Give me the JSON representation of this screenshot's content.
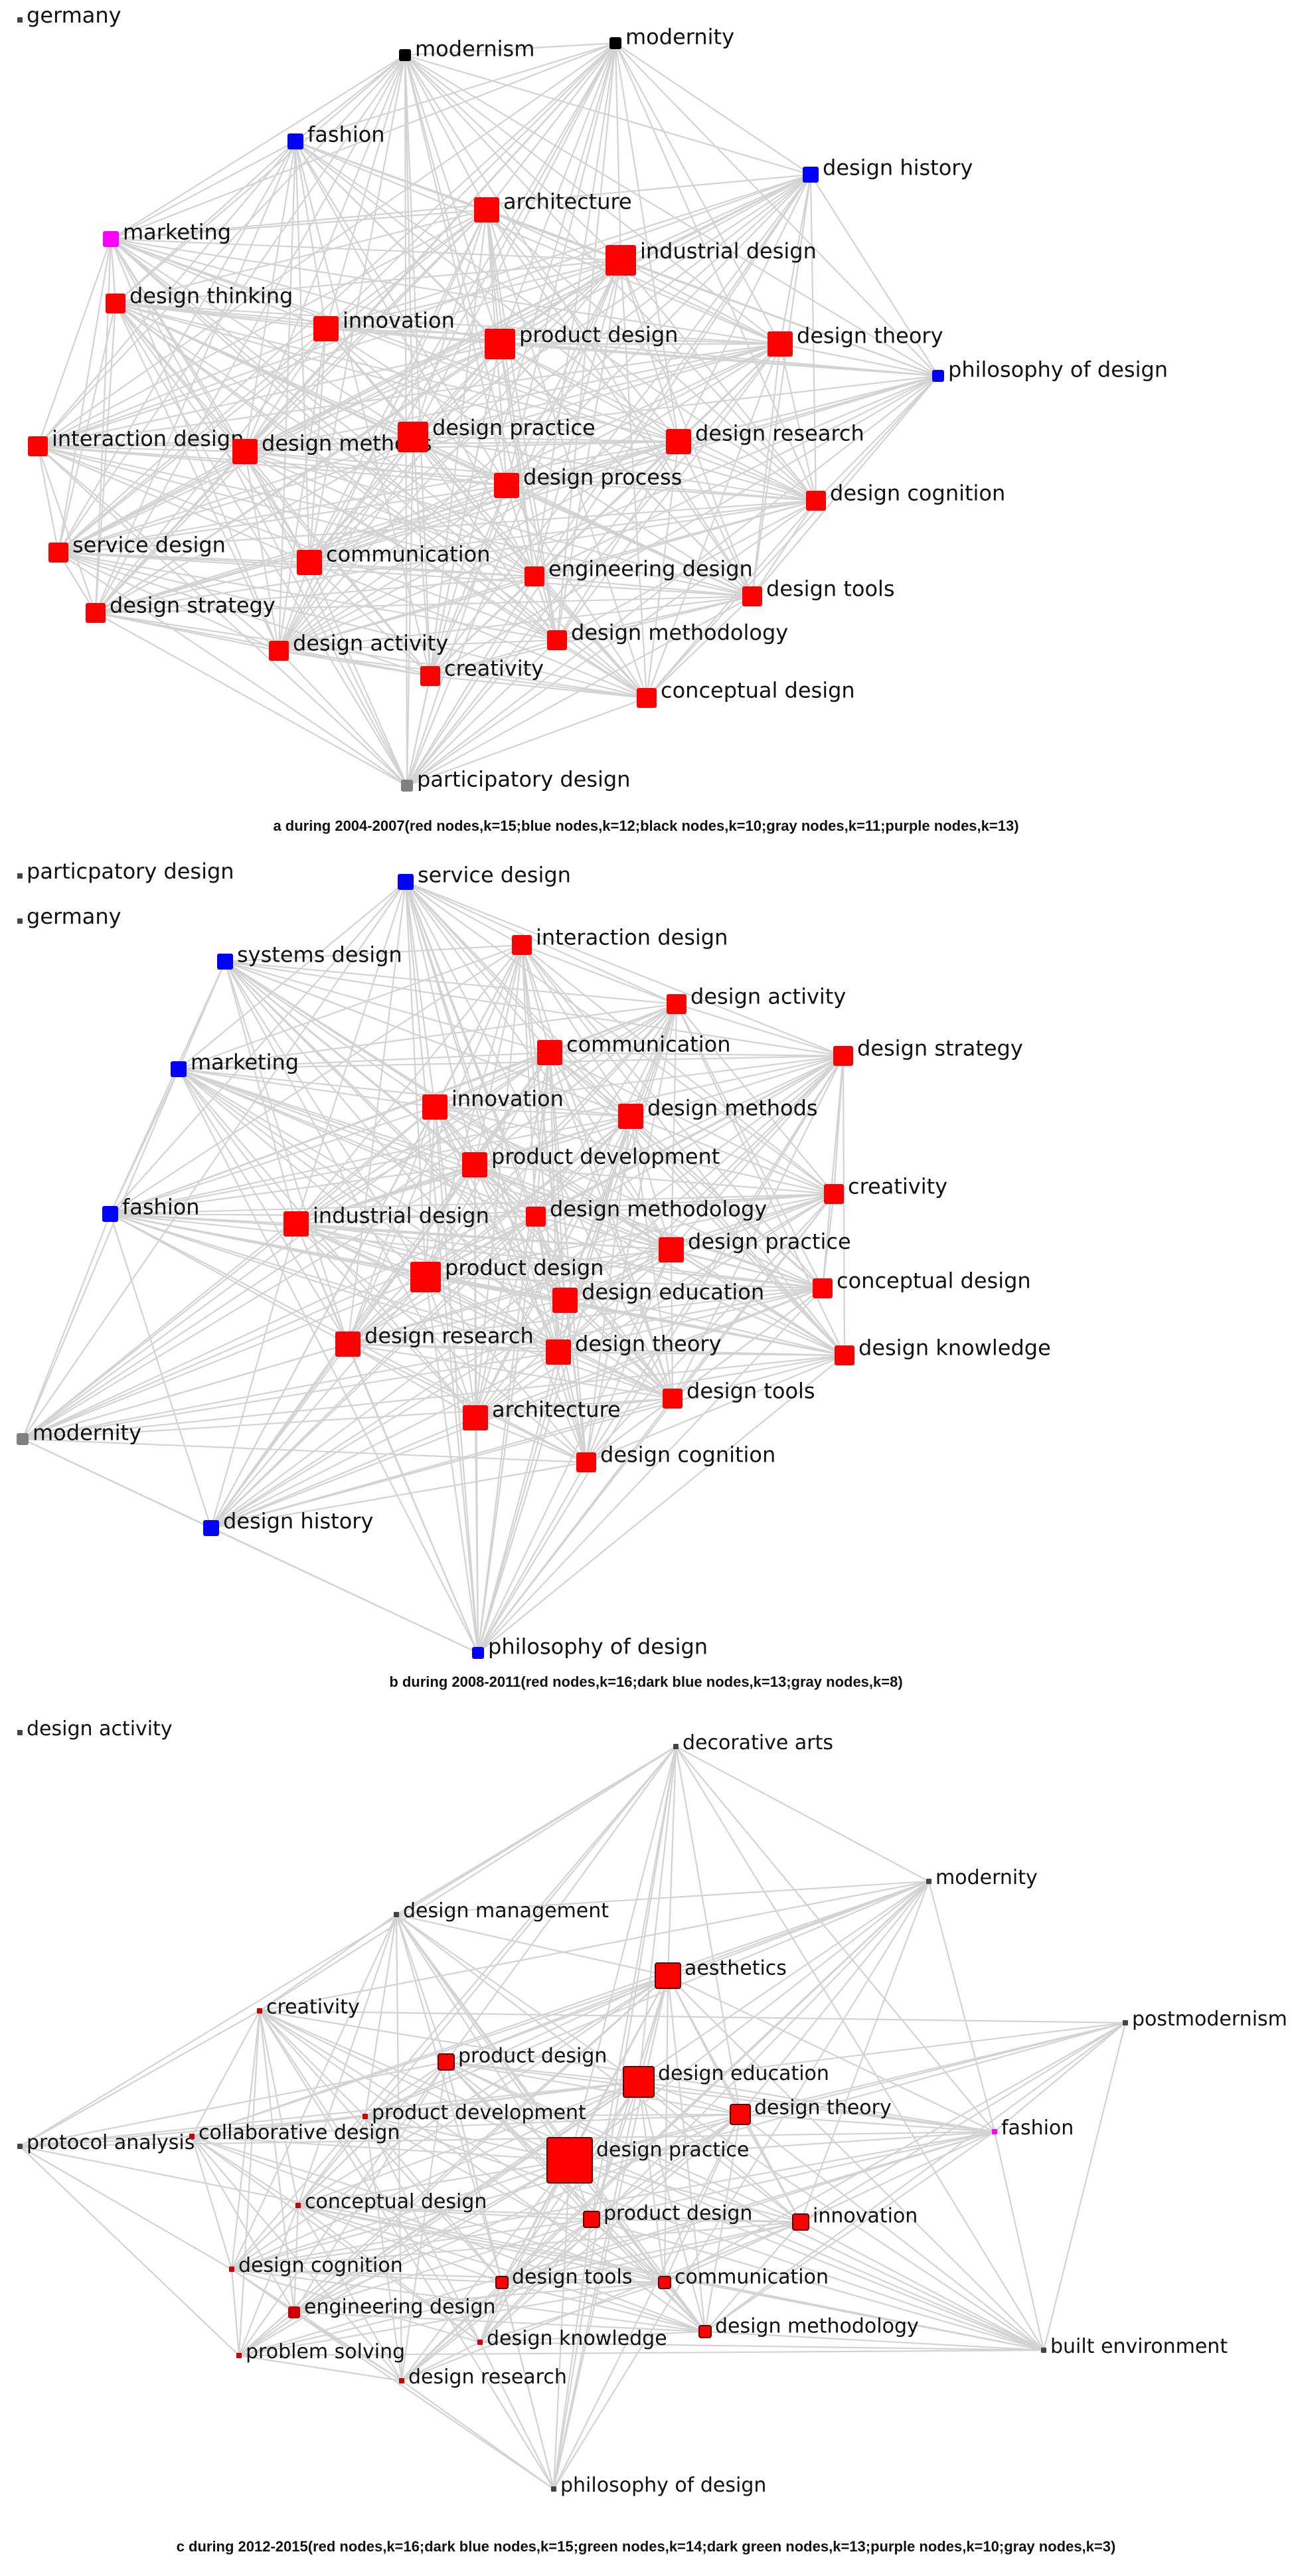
{
  "colors": {
    "red": "#FF0000",
    "blue": "#0000FF",
    "black": "#000000",
    "gray": "#808080",
    "purple": "#FF00FF",
    "darkred": "#CC0000",
    "edge": "#D3D3D3",
    "small": "#444444"
  },
  "panels": [
    {
      "caption": "a during 2004-2007(red nodes,k=15;blue nodes,k=12;black nodes,k=10;gray nodes,k=11;purple nodes,k=13)",
      "nodes": [
        {
          "id": "germany",
          "label": "germany",
          "color": "small",
          "size": 1
        },
        {
          "id": "modernism",
          "label": "modernism",
          "color": "black",
          "size": 2
        },
        {
          "id": "modernity",
          "label": "modernity",
          "color": "black",
          "size": 2
        },
        {
          "id": "fashion",
          "label": "fashion",
          "color": "blue",
          "size": 3
        },
        {
          "id": "design-history",
          "label": "design history",
          "color": "blue",
          "size": 3
        },
        {
          "id": "marketing",
          "label": "marketing",
          "color": "purple",
          "size": 3
        },
        {
          "id": "architecture",
          "label": "architecture",
          "color": "red",
          "size": 5
        },
        {
          "id": "industrial-design",
          "label": "industrial design",
          "color": "red",
          "size": 6
        },
        {
          "id": "design-thinking",
          "label": "design thinking",
          "color": "red",
          "size": 4
        },
        {
          "id": "innovation",
          "label": "innovation",
          "color": "red",
          "size": 5
        },
        {
          "id": "product-design",
          "label": "product design",
          "color": "red",
          "size": 6
        },
        {
          "id": "design-theory",
          "label": "design theory",
          "color": "red",
          "size": 5
        },
        {
          "id": "philosophy-of-design",
          "label": "philosophy of design",
          "color": "blue",
          "size": 2
        },
        {
          "id": "interaction-design",
          "label": "interaction design",
          "color": "red",
          "size": 4
        },
        {
          "id": "design-methods",
          "label": "design methods",
          "color": "red",
          "size": 5
        },
        {
          "id": "design-practice",
          "label": "design practice",
          "color": "red",
          "size": 6
        },
        {
          "id": "design-research",
          "label": "design research",
          "color": "red",
          "size": 5
        },
        {
          "id": "design-process",
          "label": "design process",
          "color": "red",
          "size": 5
        },
        {
          "id": "design-cognition",
          "label": "design cognition",
          "color": "red",
          "size": 4
        },
        {
          "id": "service-design",
          "label": "service design",
          "color": "red",
          "size": 4
        },
        {
          "id": "communication",
          "label": "communication",
          "color": "red",
          "size": 5
        },
        {
          "id": "engineering-design",
          "label": "engineering design",
          "color": "red",
          "size": 4
        },
        {
          "id": "design-tools",
          "label": "design tools",
          "color": "red",
          "size": 4
        },
        {
          "id": "design-strategy",
          "label": "design strategy",
          "color": "red",
          "size": 4
        },
        {
          "id": "design-activity",
          "label": "design activity",
          "color": "red",
          "size": 4
        },
        {
          "id": "design-methodology",
          "label": "design methodology",
          "color": "red",
          "size": 4
        },
        {
          "id": "creativity",
          "label": "creativity",
          "color": "red",
          "size": 4
        },
        {
          "id": "conceptual-design",
          "label": "conceptual design",
          "color": "red",
          "size": 4
        },
        {
          "id": "participatory-design",
          "label": "participatory design",
          "color": "gray",
          "size": 2
        }
      ]
    },
    {
      "caption": "b during 2008-2011(red nodes,k=16;dark blue nodes,k=13;gray nodes,k=8)",
      "nodes": [
        {
          "id": "particpatory-design",
          "label": "particpatory design",
          "color": "small",
          "size": 1
        },
        {
          "id": "germany",
          "label": "germany",
          "color": "small",
          "size": 1
        },
        {
          "id": "service-design",
          "label": "service design",
          "color": "blue",
          "size": 3
        },
        {
          "id": "interaction-design",
          "label": "interaction design",
          "color": "red",
          "size": 4
        },
        {
          "id": "systems-design",
          "label": "systems design",
          "color": "blue",
          "size": 3
        },
        {
          "id": "design-activity",
          "label": "design activity",
          "color": "red",
          "size": 4
        },
        {
          "id": "communication",
          "label": "communication",
          "color": "red",
          "size": 5
        },
        {
          "id": "design-strategy",
          "label": "design strategy",
          "color": "red",
          "size": 4
        },
        {
          "id": "marketing",
          "label": "marketing",
          "color": "blue",
          "size": 3
        },
        {
          "id": "innovation",
          "label": "innovation",
          "color": "red",
          "size": 5
        },
        {
          "id": "design-methods",
          "label": "design methods",
          "color": "red",
          "size": 5
        },
        {
          "id": "product-development",
          "label": "product development",
          "color": "red",
          "size": 5
        },
        {
          "id": "creativity",
          "label": "creativity",
          "color": "red",
          "size": 4
        },
        {
          "id": "fashion",
          "label": "fashion",
          "color": "blue",
          "size": 3
        },
        {
          "id": "industrial-design",
          "label": "industrial design",
          "color": "red",
          "size": 5
        },
        {
          "id": "design-methodology",
          "label": "design methodology",
          "color": "red",
          "size": 4
        },
        {
          "id": "design-practice",
          "label": "design practice",
          "color": "red",
          "size": 5
        },
        {
          "id": "product-design",
          "label": "product design",
          "color": "red",
          "size": 6
        },
        {
          "id": "design-education",
          "label": "design education",
          "color": "red",
          "size": 5
        },
        {
          "id": "conceptual-design",
          "label": "conceptual design",
          "color": "red",
          "size": 4
        },
        {
          "id": "design-research",
          "label": "design research",
          "color": "red",
          "size": 5
        },
        {
          "id": "design-theory",
          "label": "design theory",
          "color": "red",
          "size": 5
        },
        {
          "id": "design-knowledge",
          "label": "design knowledge",
          "color": "red",
          "size": 4
        },
        {
          "id": "design-tools",
          "label": "design tools",
          "color": "red",
          "size": 4
        },
        {
          "id": "architecture",
          "label": "architecture",
          "color": "red",
          "size": 5
        },
        {
          "id": "modernity",
          "label": "modernity",
          "color": "gray",
          "size": 2
        },
        {
          "id": "design-cognition",
          "label": "design cognition",
          "color": "red",
          "size": 4
        },
        {
          "id": "design-history",
          "label": "design history",
          "color": "blue",
          "size": 3
        },
        {
          "id": "philosophy-of-design",
          "label": "philosophy of design",
          "color": "blue",
          "size": 2
        }
      ]
    },
    {
      "caption": "c during 2012-2015(red nodes,k=16;dark blue nodes,k=15;green nodes,k=14;dark green nodes,k=13;purple nodes,k=10;gray nodes,k=3)",
      "nodes": [
        {
          "id": "design-activity",
          "label": "design activity",
          "color": "small",
          "size": 1
        },
        {
          "id": "decorative-arts",
          "label": "decorative arts",
          "color": "small",
          "size": 1
        },
        {
          "id": "modernity",
          "label": "modernity",
          "color": "small",
          "size": 1
        },
        {
          "id": "design-management",
          "label": "design management",
          "color": "small",
          "size": 1
        },
        {
          "id": "aesthetics",
          "label": "aesthetics",
          "color": "red",
          "size": 5
        },
        {
          "id": "postmodernism",
          "label": "postmodernism",
          "color": "small",
          "size": 1
        },
        {
          "id": "creativity",
          "label": "creativity",
          "color": "darkred",
          "size": 1
        },
        {
          "id": "product-design",
          "label": "product design",
          "color": "red",
          "size": 3
        },
        {
          "id": "design-education",
          "label": "design education",
          "color": "red",
          "size": 6
        },
        {
          "id": "design-theory",
          "label": "design theory",
          "color": "red",
          "size": 4
        },
        {
          "id": "product-development",
          "label": "product development",
          "color": "darkred",
          "size": 1
        },
        {
          "id": "fashion",
          "label": "fashion",
          "color": "purple",
          "size": 1
        },
        {
          "id": "protocol-analysis",
          "label": "protocol analysis",
          "color": "small",
          "size": 1
        },
        {
          "id": "collaborative-design",
          "label": "collaborative design",
          "color": "darkred",
          "size": 1
        },
        {
          "id": "design-practice",
          "label": "design practice",
          "color": "red",
          "size": 7
        },
        {
          "id": "conceptual-design",
          "label": "conceptual design",
          "color": "darkred",
          "size": 1
        },
        {
          "id": "product-design-2",
          "label": "product design",
          "color": "red",
          "size": 3
        },
        {
          "id": "innovation",
          "label": "innovation",
          "color": "red",
          "size": 3
        },
        {
          "id": "design-cognition",
          "label": "design cognition",
          "color": "darkred",
          "size": 1
        },
        {
          "id": "design-tools",
          "label": "design tools",
          "color": "red",
          "size": 2
        },
        {
          "id": "communication",
          "label": "communication",
          "color": "red",
          "size": 2
        },
        {
          "id": "engineering-design",
          "label": "engineering design",
          "color": "darkred",
          "size": 2
        },
        {
          "id": "design-methodology",
          "label": "design methodology",
          "color": "red",
          "size": 2
        },
        {
          "id": "design-knowledge",
          "label": "design knowledge",
          "color": "darkred",
          "size": 1
        },
        {
          "id": "built-environment",
          "label": "built environment",
          "color": "small",
          "size": 1
        },
        {
          "id": "problem-solving",
          "label": "problem solving",
          "color": "darkred",
          "size": 1
        },
        {
          "id": "design-research",
          "label": "design research",
          "color": "darkred",
          "size": 1
        },
        {
          "id": "philosophy-of-design",
          "label": "philosophy of design",
          "color": "small",
          "size": 1
        }
      ]
    }
  ]
}
